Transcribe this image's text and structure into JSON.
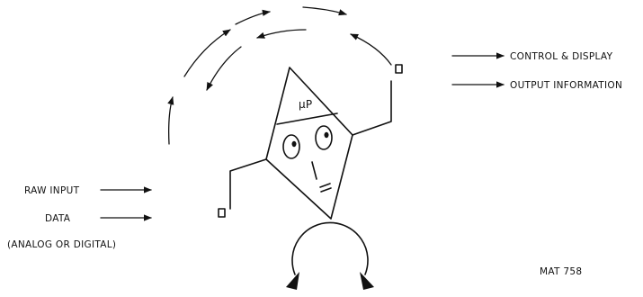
{
  "labels": {
    "control_display": "CONTROL & DISPLAY",
    "output_information": "OUTPUT INFORMATION",
    "raw_input": "RAW INPUT",
    "data": "DATA",
    "analog_or_digital": "(ANALOG OR DIGITAL)",
    "hat_text": "μP",
    "figure_id": "MAT 758"
  }
}
